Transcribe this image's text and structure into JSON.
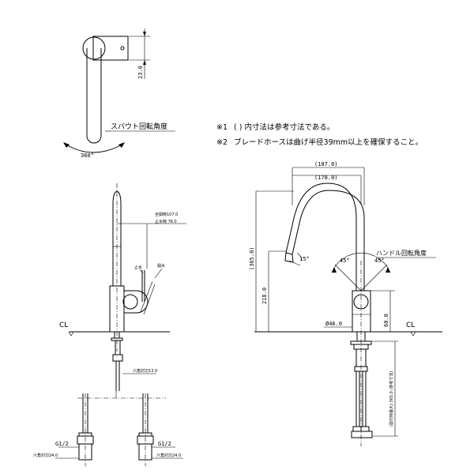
{
  "notes": {
    "note1_mark": "※1",
    "note1_text": "( ) 内寸法は参考寸法である。",
    "note2_mark": "※2",
    "note2_text": "ブレードホースは曲げ半径39mm以上を確保すること。"
  },
  "top_view": {
    "dim_height": "23.0",
    "spout_rotation_label": "スパウト回転角度",
    "rotation_angle": "360°"
  },
  "side_view": {
    "dim_full_open": "全開時107.0",
    "dim_stop": "止水時 76.0",
    "label_stop": "止水",
    "label_open": "開水",
    "cl_label": "CL",
    "hex_label": "六角対辺13.0"
  },
  "bottom_view": {
    "thread_left": "G1/2",
    "thread_right": "G1/2",
    "hex_left": "六角対辺24.0",
    "hex_right": "六角対辺24.0"
  },
  "front_view": {
    "dim_width_outer": "(187.0)",
    "dim_width_inner": "(178.0)",
    "dim_total_height": "(365.0)",
    "dim_spout_height": "218.0",
    "spout_angle": "15°",
    "handle_rotation_label": "ハンドル回転角度",
    "handle_angle_left": "45°",
    "handle_angle_right": "45°",
    "dim_body_height": "60.0",
    "dim_diameter": "Ø46.0",
    "cl_label": "CL",
    "hose_length_label": "(取付時最大) 365.0 (参考寸法)"
  }
}
